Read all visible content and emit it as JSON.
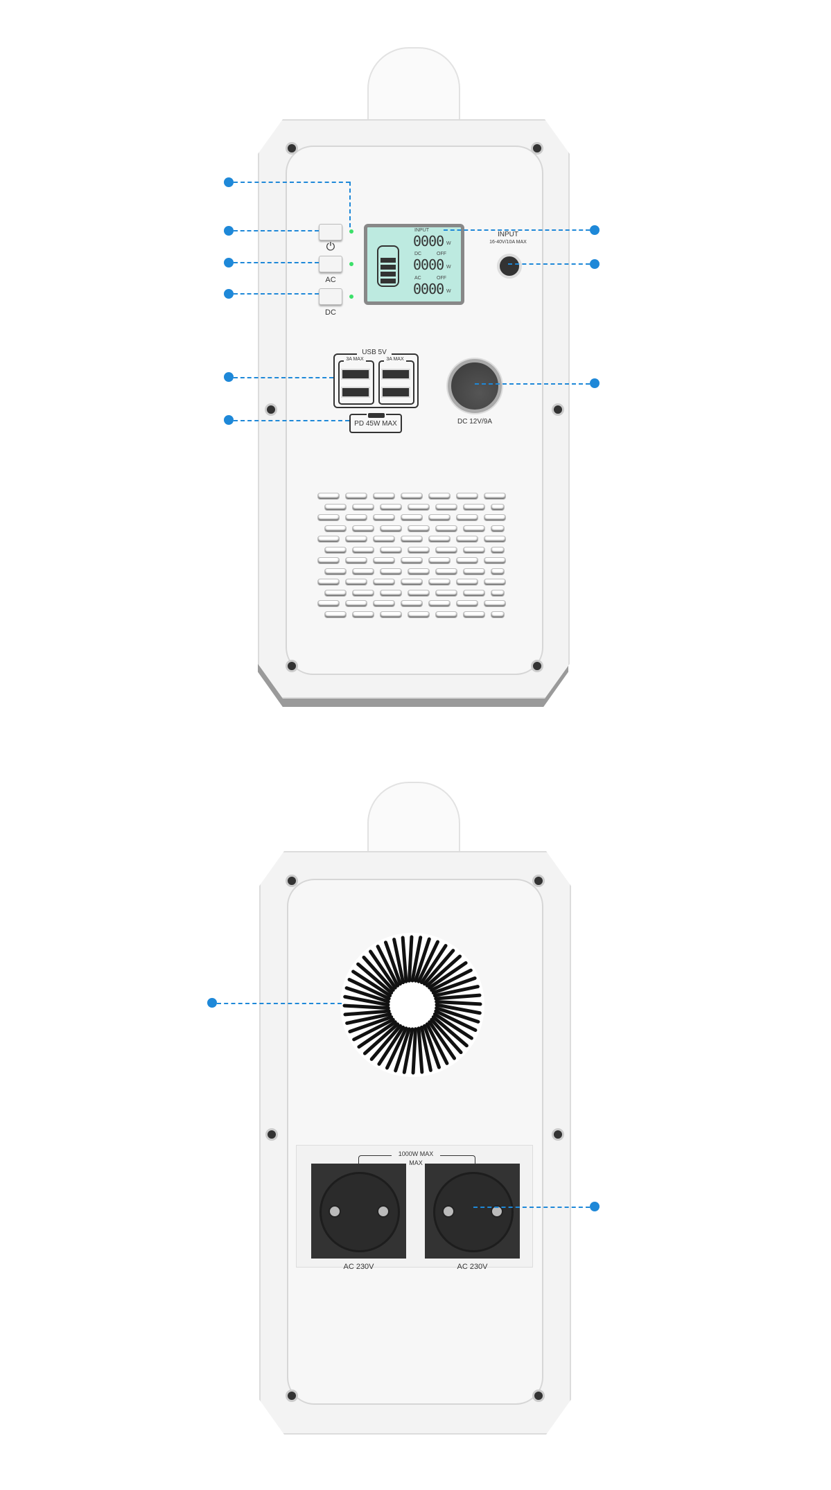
{
  "front": {
    "buttons": [
      {
        "label": "⏻",
        "name": "power"
      },
      {
        "label": "AC",
        "name": "ac"
      },
      {
        "label": "DC",
        "name": "dc"
      }
    ],
    "lcd": {
      "input_label": "INPUT",
      "input_value": "0000",
      "dc_label": "DC",
      "dc_state": "OFF",
      "dc_value": "0000",
      "ac_label": "AC",
      "ac_state": "OFF",
      "ac_value": "0000",
      "unit": "W"
    },
    "input_port": {
      "label": "INPUT",
      "spec": "16-40V/10A MAX"
    },
    "usb": {
      "group_label": "USB 5V",
      "left_label": "3A MAX",
      "right_label": "3A MAX"
    },
    "usbc": {
      "label": "PD 45W MAX"
    },
    "dc_socket": {
      "label": "DC 12V/9A"
    }
  },
  "back": {
    "ac_group_label": "1000W MAX",
    "ac_group_label2": "MAX",
    "sockets": [
      {
        "label": "AC 230V"
      },
      {
        "label": "AC 230V"
      }
    ]
  },
  "colors": {
    "callout": "#1e88d8",
    "lcd": "#bdeae0",
    "led": "#3ce06a"
  }
}
